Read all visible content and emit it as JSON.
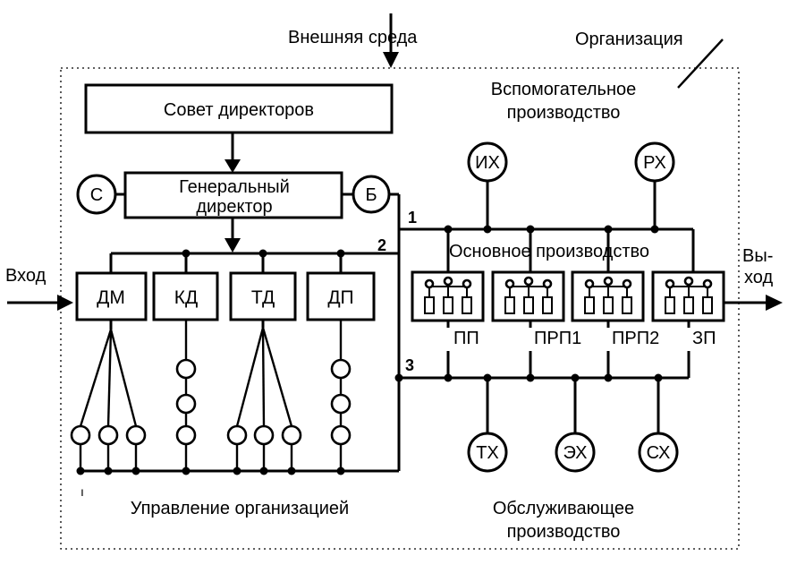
{
  "labels": {
    "environment": "Внешняя среда",
    "organization": "Организация",
    "auxiliary_title_1": "Вспомогательное",
    "auxiliary_title_2": "производство",
    "board": "Совет директоров",
    "gm_1": "Генеральный",
    "gm_2": "директор",
    "c": "С",
    "b": "Б",
    "input": "Вход",
    "output_1": "Вы-",
    "output_2": "ход",
    "main_production": "Основное производство",
    "management": "Управление организацией",
    "service_1": "Обслуживающее",
    "service_2": "производство",
    "node_1": "1",
    "node_2": "2",
    "node_3": "3",
    "tick": "ı"
  },
  "departments": [
    "ДМ",
    "КД",
    "ТД",
    "ДП"
  ],
  "shops": [
    "ПП",
    "ПРП1",
    "ПРП2",
    "ЗП"
  ],
  "aux_units": [
    "ИХ",
    "РХ"
  ],
  "service_units": [
    "ТХ",
    "ЭХ",
    "СХ"
  ]
}
